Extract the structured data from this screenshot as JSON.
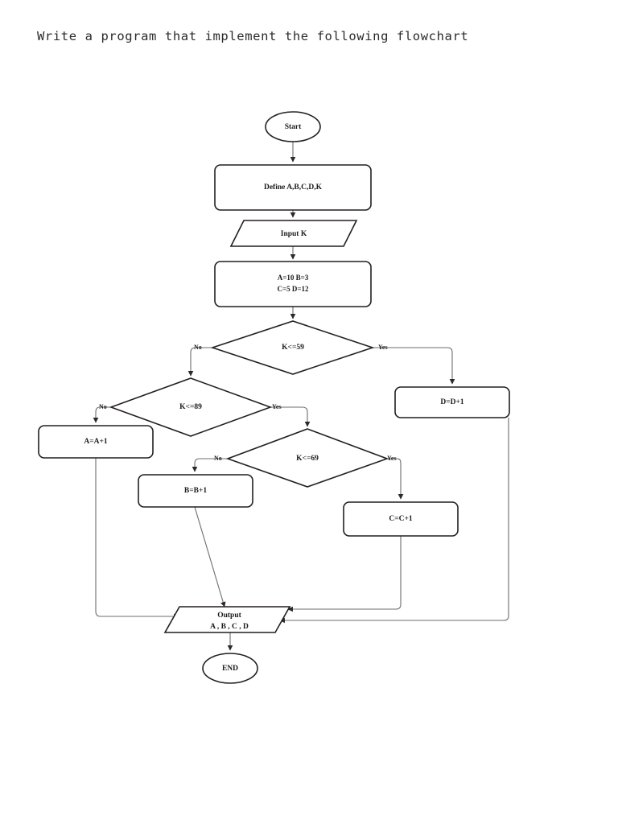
{
  "document": {
    "title": "Write a program that implement the following flowchart",
    "background_color": "#ffffff",
    "text_color": "#2b2b2b"
  },
  "flowchart": {
    "line_color": "#6d6d6d",
    "shape_stroke_color": "#231f20",
    "shape_fill_color": "#ffffff",
    "nodes": {
      "start": {
        "label": "Start",
        "type": "terminator"
      },
      "define": {
        "label": "Define A,B,C,D,K",
        "type": "process"
      },
      "input_k": {
        "label": "Input K",
        "type": "input"
      },
      "init": {
        "line1": "A=10      B=3",
        "line2": "C=5      D=12",
        "type": "process"
      },
      "decision1": {
        "label": "K<=59",
        "type": "decision"
      },
      "decision2": {
        "label": "K<=89",
        "type": "decision"
      },
      "decision3": {
        "label": "K<=69",
        "type": "decision"
      },
      "d_inc": {
        "label": "D=D+1",
        "type": "process"
      },
      "a_inc": {
        "label": "A=A+1",
        "type": "process"
      },
      "b_inc": {
        "label": "B=B+1",
        "type": "process"
      },
      "c_inc": {
        "label": "C=C+1",
        "type": "process"
      },
      "output": {
        "line1": "Output",
        "line2": "A , B , C , D",
        "type": "output"
      },
      "end": {
        "label": "END",
        "type": "terminator"
      }
    },
    "edge_labels": {
      "d1_no": "No",
      "d1_yes": "Yes",
      "d2_no": "No",
      "d2_yes": "Yes",
      "d3_no": "No",
      "d3_yes": "Yes"
    }
  }
}
